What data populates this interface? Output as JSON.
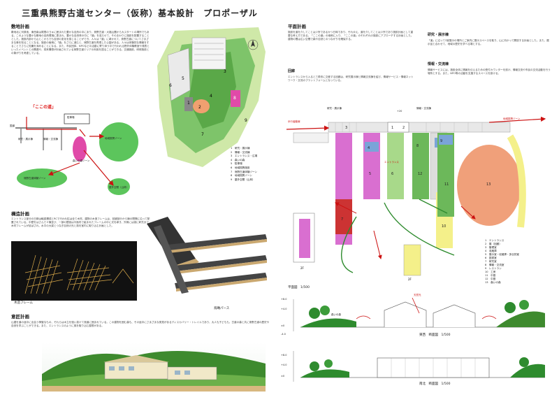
{
  "title": "三重県熊野古道センター（仮称）基本設計　プロポーザル",
  "site": {
    "heading": "敷地計画",
    "body": "敷地北に河原池、東西南は尾根のヨキに囲まれた豊かな自然の中にあり、熊野古道・大福山麓から大スタートの場所でもある。このような豊かな敷地の自然環境に恵まれ、豊かな自然林の中に「道」を巡らせて、そのまわりに施設を配置することとした。施設内部から山とこからでも自然の変化を感じることができ、人々は「道」に導かれて、熊野古道についてさまざまな事を知ることとなる。施設の南側に「道」をさらに進むと、熊野古道を再現した公園がある。人々は体験的な情報をすることでさらに知識を深めることになる。また、市民団体、NPOなどの活動に寄り添う中で行われる野外体験教室や発表といったイベントとの関連や、将来構想が計画されている熊野古道エリアの利用を図ることができる。交通施設、研修施設との繋がりを考慮している。",
    "koko_no_michi": "「ここの道」",
    "diagram": {
      "parking": "駐車場",
      "entrance": "エントランス",
      "research": "研究・展示棟",
      "info": "情報・交流棟",
      "forest": "森いの森ゾーン",
      "regional": "地域振興ゾーン",
      "kodo": "熊野古道体験ゾーン",
      "outdoor": "屋外空間（山林）",
      "road_label": "国道"
    }
  },
  "map_legend": [
    "1　研究・展示棟",
    "2　情報・交流棟",
    "3　エントランス・広場",
    "4　森いの森",
    "5　駐車場",
    "6　地域振興施設",
    "7　熊野古道体験ゾーン",
    "8　地域振興ゾーン",
    "9　屋外空間（山林）"
  ],
  "map_numbers": [
    "1",
    "2",
    "3",
    "4",
    "5",
    "6",
    "7",
    "8",
    "9"
  ],
  "structure": {
    "heading": "構造計画",
    "body": "エントランス部分の日縁は軸梁構成とRCで行われ柱は全て木材。建物の木造フレームは、回廊部分から棟の間隔に沿って配置されている。中壁をはさんで２棟並び、一部の壁面は平面内で組まれたフレームの中に光を導き、外側には梁に軒先まで木材フレームが延ばされ、水平の大梁とつなぎ自然の光と風を室内に取り込む計画とした。",
    "wood_label": "木造フレーム",
    "bird_label": "鳥瞰パース"
  },
  "design": {
    "heading": "意匠計画",
    "body": "山裾を道の途中に出会う神聖なもの、それらは木立を縫い抜けて風道に囲まれている。この建物を囲む森も、その途中にさまざまな発見があるディスカバリー・トレイルであり、大人も子どもも、古道の森と共に熊野古道の歴史や自然を学ぶことができる。また、エントランスのように風を取り込む屋根がある。"
  },
  "plan": {
    "heading": "平面計画",
    "body": "施設を道を介してことは少所であるかつ日時であり、それゆえ、道を介してことは少所であり施設計画として重要な考え方である。「ここの道」の南側に入り、「ここの道」のそれぞれの施設にアプローチする計画とした。建物の間は広い空間で森や自然とのつながりを確保する。",
    "sub_heading": "回廊",
    "sub_body": "エントランスから入ると三角形に交差する回廊は、研究展示棟と情報交流棟を結び、情報サービス・情報ネットワーク・交流のプラットフォームとなっている。",
    "top_labels": {
      "research": "研究・展示棟",
      "info": "情報・交流棟",
      "regional": "地域振興ゾーン",
      "walk": "歩行者動線",
      "plus20": "+20"
    },
    "entry_label": "エントランス",
    "numbers": [
      "1",
      "2",
      "3",
      "4",
      "5",
      "6",
      "7",
      "8",
      "9",
      "10",
      "11",
      "12",
      "13"
    ],
    "level": "2F",
    "level2": "2F",
    "scale": "平面図　1/500"
  },
  "plan_legend": [
    "1　エントランス",
    "2　展（回廊）",
    "3　管理室",
    "4　収蔵庫",
    "5　展示室・収蔵庫・多目的室",
    "6　図書室",
    "7　研究室",
    "8　情報・交流室",
    "9　レストラン",
    "10　工房",
    "11　中庭",
    "12　中庭",
    "13　森いの森"
  ],
  "research_side": {
    "heading": "研究・展示棟",
    "body": "「道」に沿って3室展示の場所とご案内に展示スペースを取り、山に向かって開放する計画とした。また、展示品と合わせて、地域の歴史を学べる場とする。"
  },
  "info_side": {
    "heading": "情報・交流棟",
    "body": "情報サービスには、施設全体に情報を伝えるための受付カウンターを設け、情報交流や市民の交流活動を行う場所とする。また、NPO等の活動を支援するスペースを設ける。"
  },
  "sections": {
    "east": "東西　断面図　1/500",
    "north": "南北　断面図　1/500",
    "top_label": "天窓光",
    "side_label": "森いの森",
    "levels_a": [
      "+8.0",
      "+4.0",
      "±0",
      "-4.0"
    ],
    "levels_b": [
      "+8.0",
      "+4.0",
      "±0"
    ]
  },
  "colors": {
    "green": "#2e8b2e",
    "pink": "#d11a6e",
    "red": "#cc1111",
    "salmon": "#f0a07a",
    "magenta": "#d96fd0",
    "lightgreen": "#a8d98a"
  }
}
